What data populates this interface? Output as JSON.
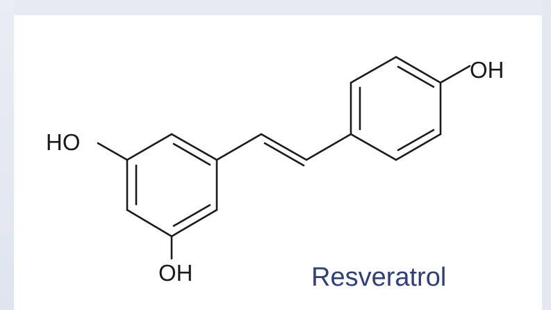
{
  "molecule": {
    "substituents": {
      "oh_top_right": "OH",
      "ho_left": "HO",
      "oh_bottom": "OH"
    }
  },
  "caption": {
    "text": "Resveratrol",
    "color": "#2e3f7c"
  },
  "colors": {
    "background": "#e6eaf2",
    "panel": "#ffffff",
    "ink": "#1a1a1a"
  }
}
